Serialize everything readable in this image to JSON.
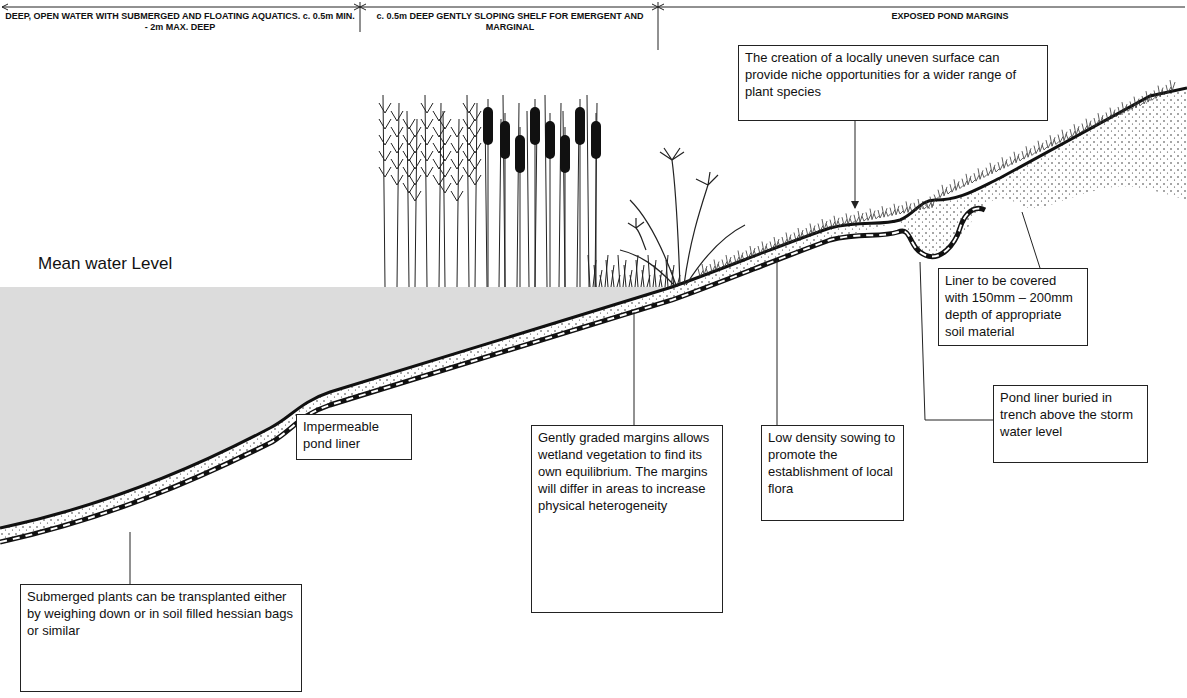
{
  "diagram": {
    "nodes": [
      {
        "text": [
          "The creation of a locally uneven surface can provide niche opportunities for a wider range of plant species"
        ]
      },
      {
        "text": [
          "Liner to be covered with 150mm – 200mm depth of appropriate soil material"
        ]
      },
      {
        "text": [
          "Pond liner buried in trench above the storm water level"
        ]
      },
      {
        "text": [
          "Gently graded margins allows wetland vegetation to find its own equilibrium. The margins will differ in areas to increase physical heterogeneity"
        ]
      },
      {
        "text": [
          "Low density sowing to promote the establishment of local flora"
        ]
      },
      {
        "text": [
          "Impermeable pond liner"
        ]
      },
      {
        "text": [
          "Submerged plants can be transplanted either by weighing down or in soil filled hessian bags or similar"
        ]
      }
    ],
    "labels": [
      "DEEP, OPEN WATER WITH SUBMERGED AND FLOATING AQUATICS. c. 0.5m MIN. - 2m MAX. DEEP",
      "c. 0.5m DEEP GENTLY SLOPING SHELF FOR EMERGENT AND MARGINAL",
      "EXPOSED POND MARGINS",
      "Mean water Level"
    ]
  }
}
